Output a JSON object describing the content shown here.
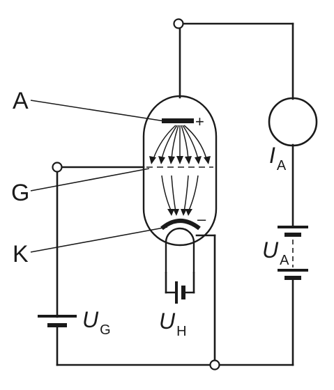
{
  "labels": {
    "anode": "A",
    "grid": "G",
    "cathode": "K",
    "anode_current": {
      "main": "I",
      "sub": "A"
    },
    "anode_voltage": {
      "main": "U",
      "sub": "A"
    },
    "grid_voltage": {
      "main": "U",
      "sub": "G"
    },
    "heater_voltage": {
      "main": "U",
      "sub": "H"
    },
    "plus_sign": "+",
    "minus_sign": "–"
  }
}
